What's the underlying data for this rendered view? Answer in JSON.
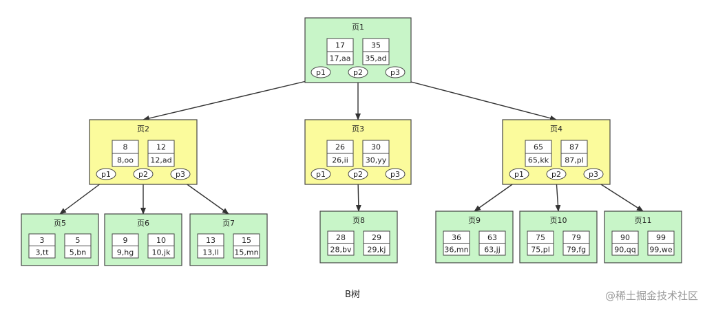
{
  "caption": "B树",
  "watermark": "@稀土掘金技术社区",
  "pages": {
    "p1": {
      "label": "页1",
      "keys": [
        {
          "key": "17",
          "data": "17,aa"
        },
        {
          "key": "35",
          "data": "35,ad"
        }
      ],
      "pointers": [
        "p1",
        "p2",
        "p3"
      ]
    },
    "p2": {
      "label": "页2",
      "keys": [
        {
          "key": "8",
          "data": "8,oo"
        },
        {
          "key": "12",
          "data": "12,ad"
        }
      ],
      "pointers": [
        "p1",
        "p2",
        "p3"
      ]
    },
    "p3": {
      "label": "页3",
      "keys": [
        {
          "key": "26",
          "data": "26,ii"
        },
        {
          "key": "30",
          "data": "30,yy"
        }
      ],
      "pointers": [
        "p1",
        "p2",
        "p3"
      ]
    },
    "p4": {
      "label": "页4",
      "keys": [
        {
          "key": "65",
          "data": "65,kk"
        },
        {
          "key": "87",
          "data": "87,pl"
        }
      ],
      "pointers": [
        "p1",
        "p2",
        "p3"
      ]
    },
    "p5": {
      "label": "页5",
      "keys": [
        {
          "key": "3",
          "data": "3,tt"
        },
        {
          "key": "5",
          "data": "5,bn"
        }
      ]
    },
    "p6": {
      "label": "页6",
      "keys": [
        {
          "key": "9",
          "data": "9,hg"
        },
        {
          "key": "10",
          "data": "10,jk"
        }
      ]
    },
    "p7": {
      "label": "页7",
      "keys": [
        {
          "key": "13",
          "data": "13,ll"
        },
        {
          "key": "15",
          "data": "15,mn"
        }
      ]
    },
    "p8": {
      "label": "页8",
      "keys": [
        {
          "key": "28",
          "data": "28,bv"
        },
        {
          "key": "29",
          "data": "29,kj"
        }
      ]
    },
    "p9": {
      "label": "页9",
      "keys": [
        {
          "key": "36",
          "data": "36,mn"
        },
        {
          "key": "63",
          "data": "63,jj"
        }
      ]
    },
    "p10": {
      "label": "页10",
      "keys": [
        {
          "key": "75",
          "data": "75,pl"
        },
        {
          "key": "79",
          "data": "79,fg"
        }
      ]
    },
    "p11": {
      "label": "页11",
      "keys": [
        {
          "key": "90",
          "data": "90,qq"
        },
        {
          "key": "99",
          "data": "99,we"
        }
      ]
    }
  },
  "edges": [
    {
      "from": "p1",
      "pointer": 0,
      "to": "p2"
    },
    {
      "from": "p1",
      "pointer": 1,
      "to": "p3"
    },
    {
      "from": "p1",
      "pointer": 2,
      "to": "p4"
    },
    {
      "from": "p2",
      "pointer": 0,
      "to": "p5"
    },
    {
      "from": "p2",
      "pointer": 1,
      "to": "p6"
    },
    {
      "from": "p2",
      "pointer": 2,
      "to": "p7"
    },
    {
      "from": "p3",
      "pointer": 1,
      "to": "p8"
    },
    {
      "from": "p4",
      "pointer": 0,
      "to": "p9"
    },
    {
      "from": "p4",
      "pointer": 1,
      "to": "p10"
    },
    {
      "from": "p4",
      "pointer": 2,
      "to": "p11"
    }
  ]
}
